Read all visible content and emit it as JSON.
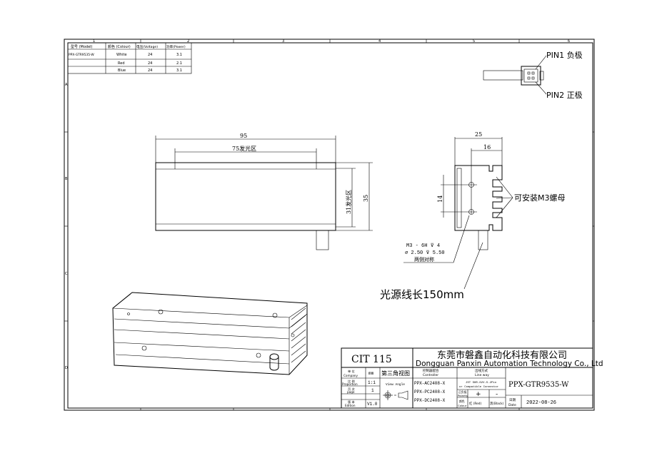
{
  "border": {
    "columns": [
      "1",
      "2",
      "3",
      "4",
      "5",
      "6"
    ],
    "rows": [
      "A",
      "B",
      "C",
      "D"
    ]
  },
  "spec_table": {
    "headers": [
      "型号 (Model)",
      "颜色 (Colour)",
      "电压(Voltage)",
      "功率(Power)"
    ],
    "rows": [
      [
        "PPX-GTR9535-W",
        "White",
        "24",
        "3.1"
      ],
      [
        "",
        "Red",
        "24",
        "2.1"
      ],
      [
        "",
        "Blue",
        "24",
        "3.1"
      ]
    ]
  },
  "connector": {
    "pin1": "PIN1 负极",
    "pin2": "PIN2 正极"
  },
  "front_view": {
    "length": "95",
    "emit_length": "75发光区",
    "emit_height": "31发光区",
    "height": "35"
  },
  "side_view": {
    "width": "25",
    "hole_offset": "16",
    "hole_spacing": "14",
    "nut_note": "可安装M3螺母",
    "hole_note": [
      "M3 - 6H ⊽ 4",
      "⌀ 2.50 ⊽ 5.50",
      "两侧对称"
    ],
    "cable_note": "光源线长150mm"
  },
  "title_block": {
    "code": "CIT 115",
    "company_cn": "东莞市磐鑫自动化科技有限公司",
    "company_en": "Dongguan Panxin Automation Technology Co., Ltd",
    "unit_label": [
      "单 位",
      "Company"
    ],
    "unit_value": "mm",
    "proportion_label": [
      "比 例",
      "Proportion"
    ],
    "proportion_value": "1:1",
    "page_label": [
      "页 次",
      "page"
    ],
    "page_value": "1",
    "edition_label": [
      "版 本",
      "Edition"
    ],
    "edition_value": "V1.0",
    "projection": "第三角视图",
    "view_angle": "View Angle",
    "controller_label": [
      "控制器配合",
      "Controller"
    ],
    "controllers": [
      "PPX-AC2408-X",
      "PPX-PC2408-X",
      "PPX-DC2408-X"
    ],
    "lineway_label": [
      "出线方式",
      "Line way"
    ],
    "lineway_value": [
      "JST SHR-02V-S.2Pin",
      "or Compatible Connector"
    ],
    "polarity_label": [
      "正负极",
      "Polarity"
    ],
    "polarity_plus": "+",
    "polarity_minus": "-",
    "colour_label": [
      "颜色",
      "Colour"
    ],
    "colour_red": "红 (Red)",
    "colour_black": "黑(Black)",
    "model": "PPX-GTR9535-W",
    "date_label": [
      "日期",
      "Date"
    ],
    "date": "2022-08-26"
  }
}
